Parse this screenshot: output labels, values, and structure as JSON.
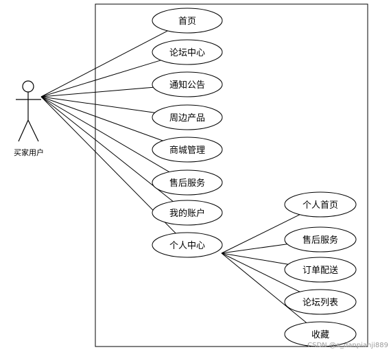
{
  "actor": {
    "name": "买家用户"
  },
  "use_cases": [
    {
      "id": "home",
      "label": "首页"
    },
    {
      "id": "forum-center",
      "label": "论坛中心"
    },
    {
      "id": "notice",
      "label": "通知公告"
    },
    {
      "id": "peripheral-products",
      "label": "周边产品"
    },
    {
      "id": "mall-management",
      "label": "商城管理"
    },
    {
      "id": "after-sales",
      "label": "售后服务"
    },
    {
      "id": "my-account",
      "label": "我的账户"
    },
    {
      "id": "personal-center",
      "label": "个人中心"
    }
  ],
  "sub_use_cases": [
    {
      "id": "personal-home",
      "label": "个人首页"
    },
    {
      "id": "sub-after-sales",
      "label": "售后服务"
    },
    {
      "id": "order-delivery",
      "label": "订单配送"
    },
    {
      "id": "forum-list",
      "label": "论坛列表"
    },
    {
      "id": "favorites",
      "label": "收藏"
    }
  ],
  "watermark": "CSDN @a_danpianji889"
}
